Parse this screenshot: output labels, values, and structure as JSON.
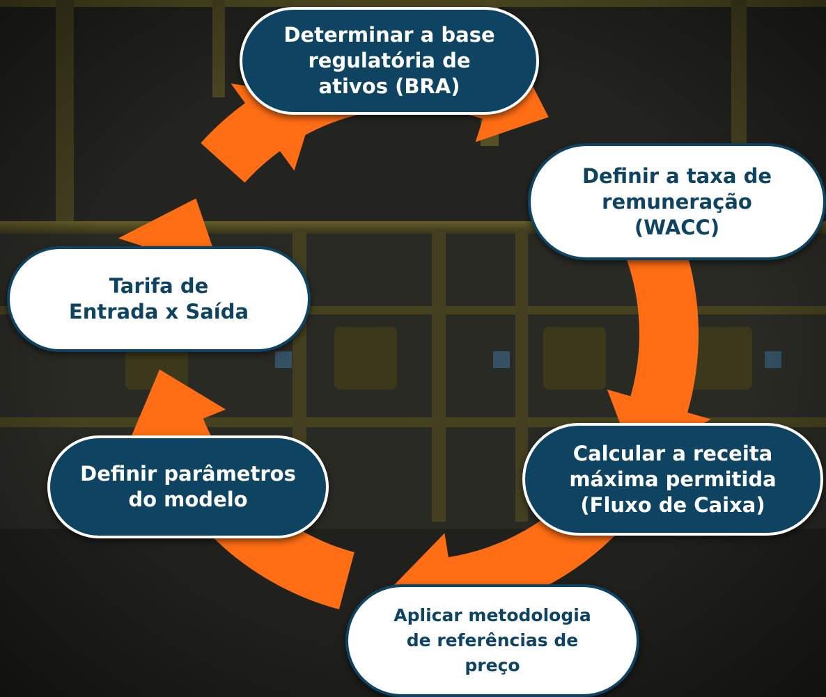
{
  "diagram": {
    "colors": {
      "arrow": "#ff6e14",
      "dark_node": "#0e4462",
      "light_node": "#ffffff",
      "background": "#2b2b26"
    },
    "nodes": [
      {
        "id": "bra",
        "text": "Determinar a base\nregulatória de\nativos (BRA)",
        "style": "dark"
      },
      {
        "id": "wacc",
        "text": "Definir a taxa de\nremuneração\n(WACC)",
        "style": "light"
      },
      {
        "id": "receita",
        "text": "Calcular a receita\nmáxima permitida\n(Fluxo de Caixa)",
        "style": "dark"
      },
      {
        "id": "referencias",
        "text": "Aplicar metodologia\nde referências de\npreço",
        "style": "light"
      },
      {
        "id": "parametros",
        "text": "Definir parâmetros\ndo modelo",
        "style": "dark"
      },
      {
        "id": "tarifa",
        "text": "Tarifa de\nEntrada x Saída",
        "style": "light"
      }
    ]
  }
}
